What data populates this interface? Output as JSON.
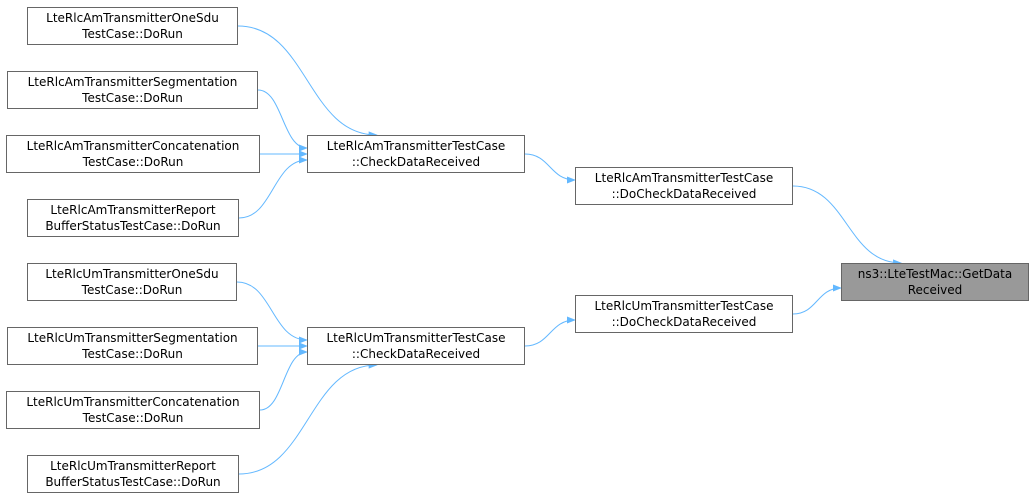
{
  "colors": {
    "edge": "#63b8ff",
    "node_border": "#666666",
    "node_fill": "#ffffff",
    "highlight_fill": "#999999"
  },
  "nodes": {
    "am_onesdu": [
      "LteRlcAmTransmitterOneSdu",
      "TestCase::DoRun"
    ],
    "am_segmentation": [
      "LteRlcAmTransmitterSegmentation",
      "TestCase::DoRun"
    ],
    "am_concatenation": [
      "LteRlcAmTransmitterConcatenation",
      "TestCase::DoRun"
    ],
    "am_report": [
      "LteRlcAmTransmitterReport",
      "BufferStatusTestCase::DoRun"
    ],
    "am_checkdata": [
      "LteRlcAmTransmitterTestCase",
      "::CheckDataReceived"
    ],
    "am_docheck": [
      "LteRlcAmTransmitterTestCase",
      "::DoCheckDataReceived"
    ],
    "getdata": [
      "ns3::LteTestMac::GetData",
      "Received"
    ],
    "um_docheck": [
      "LteRlcUmTransmitterTestCase",
      "::DoCheckDataReceived"
    ],
    "um_onesdu": [
      "LteRlcUmTransmitterOneSdu",
      "TestCase::DoRun"
    ],
    "um_segmentation": [
      "LteRlcUmTransmitterSegmentation",
      "TestCase::DoRun"
    ],
    "um_checkdata": [
      "LteRlcUmTransmitterTestCase",
      "::CheckDataReceived"
    ],
    "um_concatenation": [
      "LteRlcUmTransmitterConcatenation",
      "TestCase::DoRun"
    ],
    "um_report": [
      "LteRlcUmTransmitterReport",
      "BufferStatusTestCase::DoRun"
    ]
  },
  "edges": [
    [
      "am_onesdu",
      "am_checkdata"
    ],
    [
      "am_segmentation",
      "am_checkdata"
    ],
    [
      "am_concatenation",
      "am_checkdata"
    ],
    [
      "am_report",
      "am_checkdata"
    ],
    [
      "am_checkdata",
      "am_docheck"
    ],
    [
      "am_docheck",
      "getdata"
    ],
    [
      "um_docheck",
      "getdata"
    ],
    [
      "um_checkdata",
      "um_docheck"
    ],
    [
      "um_onesdu",
      "um_checkdata"
    ],
    [
      "um_segmentation",
      "um_checkdata"
    ],
    [
      "um_concatenation",
      "um_checkdata"
    ],
    [
      "um_report",
      "um_checkdata"
    ]
  ]
}
